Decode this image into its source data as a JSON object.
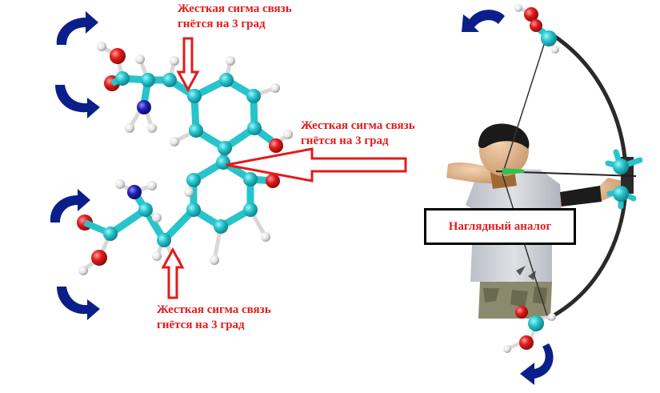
{
  "colors": {
    "carbon": "#27c4cc",
    "oxygen": "#e01b1b",
    "nitrogen": "#1f1fb4",
    "hydrogen": "#e6e6e6",
    "rotation_arrow": "#0b1f8a",
    "annotation_text": "#e31b1b"
  },
  "annotations": {
    "top": {
      "line1": "Жесткая сигма связь",
      "line2": "гнётся на 3 град"
    },
    "middle": {
      "line1": "Жесткая сигма связь",
      "line2": "гнётся на 3 град"
    },
    "bottom": {
      "line1": "Жесткая сигма связь",
      "line2": "гнётся на 3 град"
    }
  },
  "analog_label": "Наглядный аналог",
  "icons": {
    "rotation": "curved-rotation-arrow-icon",
    "pointer": "hollow-red-arrow-icon"
  }
}
